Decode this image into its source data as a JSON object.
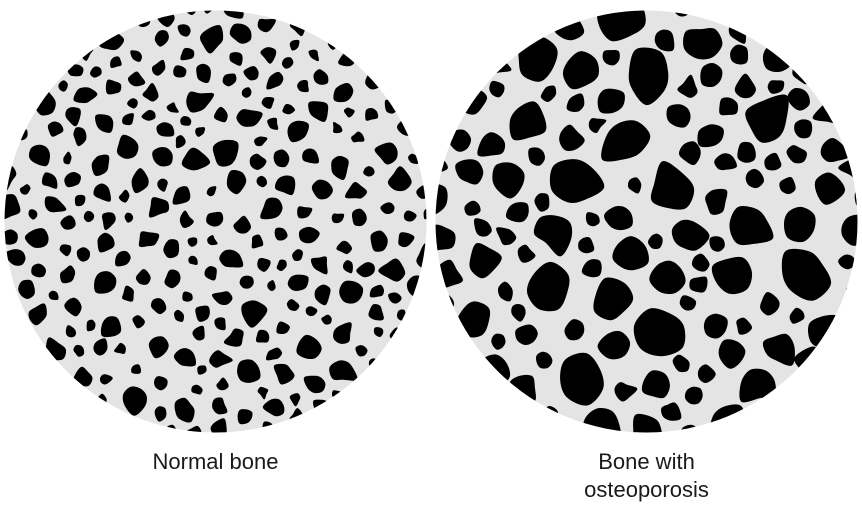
{
  "panels": [
    {
      "caption_lines": [
        "Normal bone"
      ],
      "disc_color": "#e4e4e4",
      "pore_color": "#000000",
      "pore_size": "small",
      "pore_density": "dense"
    },
    {
      "caption_lines": [
        "Bone with",
        "osteoporosis"
      ],
      "disc_color": "#e4e4e4",
      "pore_color": "#000000",
      "pore_size": "large",
      "pore_density": "dense"
    }
  ]
}
